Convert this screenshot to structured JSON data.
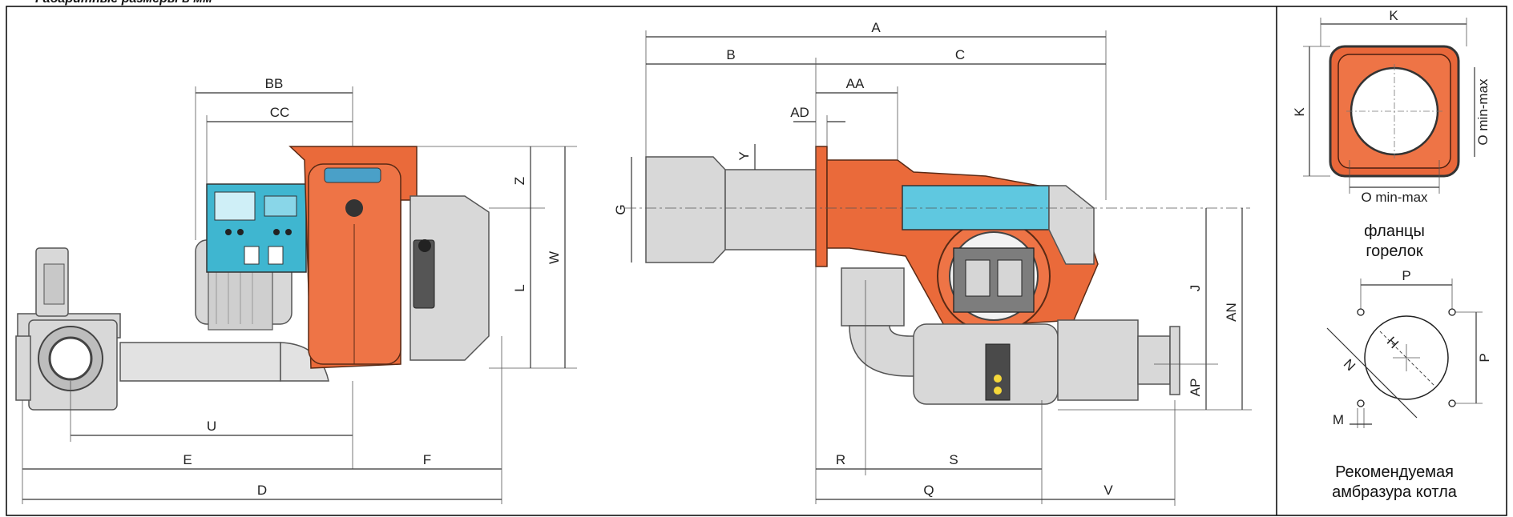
{
  "header": {
    "title": "Габаритные размеры в мм"
  },
  "side_view": {
    "dimensions": [
      "BB",
      "CC",
      "Z",
      "W",
      "L",
      "U",
      "E",
      "F",
      "D"
    ]
  },
  "front_view": {
    "dimensions": [
      "A",
      "B",
      "C",
      "AA",
      "AD",
      "Y",
      "G",
      "J",
      "AN",
      "AP",
      "R",
      "S",
      "Q",
      "V"
    ]
  },
  "right_panel": {
    "flange_dims": [
      "K",
      "K",
      "O min-max",
      "O min-max"
    ],
    "flange_caption": [
      "фланцы",
      "горелок"
    ],
    "boiler_dims": [
      "P",
      "P",
      "H",
      "N",
      "M"
    ],
    "boiler_caption": [
      "Рекомендуемая",
      "амбразура котла"
    ]
  },
  "colors": {
    "burner_orange": "#ea6a3a",
    "housing_grey": "#d8d8d8",
    "panel_cyan": "#5fc8e0"
  }
}
